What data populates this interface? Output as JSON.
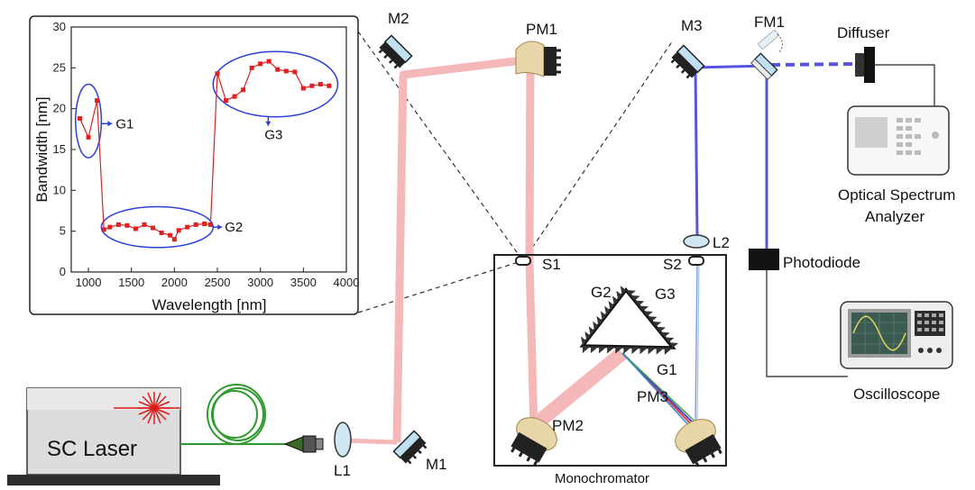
{
  "labels": {
    "m1": "M1",
    "m2": "M2",
    "m3": "M3",
    "pm1": "PM1",
    "pm2": "PM2",
    "pm3": "PM3",
    "fm1": "FM1",
    "l1": "L1",
    "l2": "L2",
    "s1": "S1",
    "s2": "S2",
    "g1": "G1",
    "g2": "G2",
    "g3": "G3",
    "diffuser": "Diffuser",
    "osa_line1": "Optical Spectrum",
    "osa_line2": "Analyzer",
    "photodiode": "Photodiode",
    "oscilloscope": "Oscilloscope",
    "monochromator": "Monochromator",
    "sc_laser": "SC Laser"
  },
  "colors": {
    "pink_beam": "#f5b8b8",
    "blue_beam": "#5555dd",
    "green_fiber": "#2e9a2e",
    "data_red": "#e02020",
    "ellipse_blue": "#2b3fd8",
    "mirror_blue": "#bfe0f0",
    "mirror_dark": "#222222",
    "pm_gold": "#e8d6a8"
  },
  "chart_data": {
    "type": "line",
    "xlabel": "Wavelength [nm]",
    "ylabel": "Bandwidth [nm]",
    "xlim": [
      800,
      4000
    ],
    "ylim": [
      0,
      30
    ],
    "xticks": [
      1000,
      1500,
      2000,
      2500,
      3000,
      3500,
      4000
    ],
    "yticks": [
      0,
      5,
      10,
      15,
      20,
      25,
      30
    ],
    "grid": false,
    "series": [
      {
        "x": [
          900,
          1000,
          1100,
          1180,
          1250,
          1350,
          1450,
          1550,
          1650,
          1750,
          1850,
          1950,
          2000,
          2050,
          2150,
          2250,
          2350,
          2420,
          2500,
          2600,
          2700,
          2800,
          2900,
          3000,
          3100,
          3200,
          3300,
          3400,
          3500,
          3600,
          3700,
          3800
        ],
        "values": [
          18.8,
          16.5,
          21.0,
          5.2,
          5.5,
          5.8,
          5.7,
          5.3,
          5.8,
          5.4,
          4.8,
          4.5,
          4.0,
          5.1,
          5.5,
          5.8,
          5.9,
          5.8,
          24.3,
          21.0,
          21.5,
          22.3,
          25.0,
          25.5,
          25.8,
          24.8,
          24.6,
          24.5,
          22.5,
          22.8,
          23.0,
          22.8
        ]
      }
    ],
    "annotations": [
      {
        "label": "G1",
        "x_range": [
          850,
          1150
        ],
        "y_range": [
          14,
          23
        ]
      },
      {
        "label": "G2",
        "x_range": [
          1150,
          2450
        ],
        "y_range": [
          3,
          8
        ]
      },
      {
        "label": "G3",
        "x_range": [
          2450,
          3900
        ],
        "y_range": [
          19,
          27
        ]
      }
    ]
  }
}
